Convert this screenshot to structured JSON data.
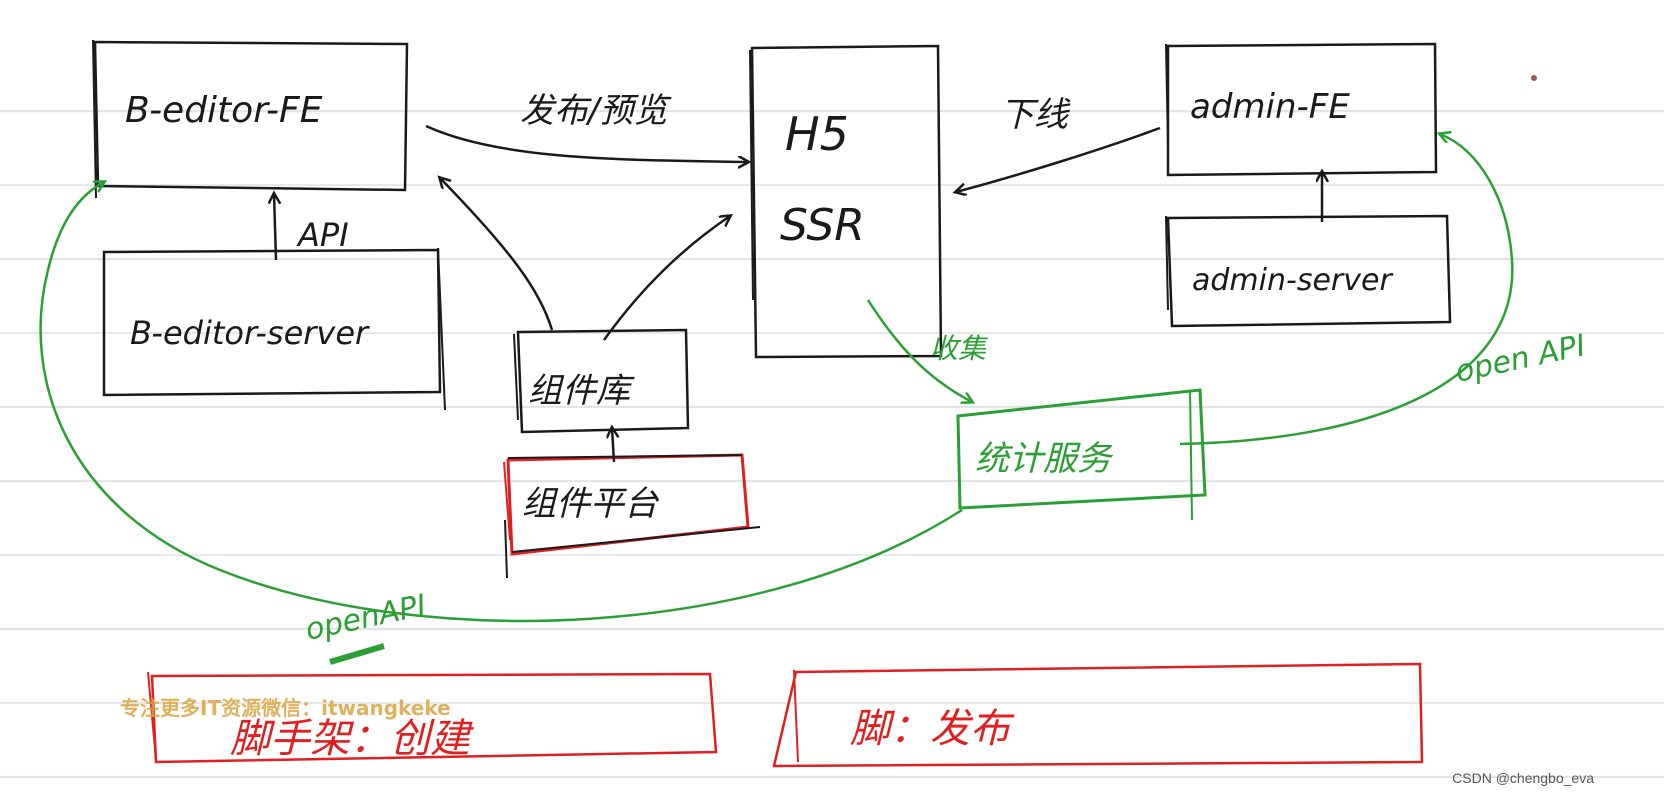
{
  "nodes": {
    "b_editor_fe": "B-editor-FE",
    "b_editor_server": "B-editor-server",
    "h5_ssr_line1": "H5",
    "h5_ssr_line2": "SSR",
    "admin_fe": "admin-FE",
    "admin_server": "admin-server",
    "component_lib": "组件库",
    "component_platform": "组件平台",
    "stats_service": "统计服务"
  },
  "edges": {
    "api": "API",
    "publish_preview": "发布/预览",
    "offline": "下线",
    "collect": "收集",
    "open_api_right": "open API",
    "open_api_bottom": "openAPI"
  },
  "scripts": {
    "create": "脚手架：创建",
    "publish": "脚：发布"
  },
  "watermark": "专注更多IT资源微信：itwangkeke",
  "credit": "CSDN @chengbo_eva",
  "colors": {
    "ink": "#1a1a1a",
    "green": "#2aa034",
    "red": "#e02020"
  }
}
